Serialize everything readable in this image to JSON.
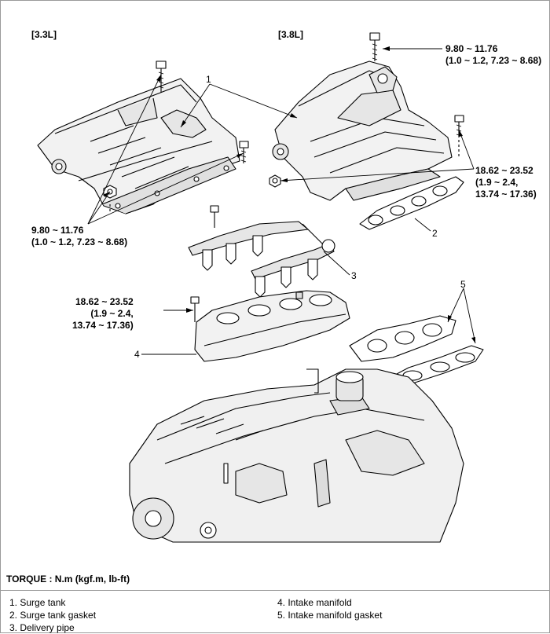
{
  "variants": {
    "left": "[3.3L]",
    "right": "[3.8L]"
  },
  "torque_specs": {
    "t33_bolts": [
      "9.80 ~ 11.76",
      "(1.0 ~ 1.2, 7.23 ~ 8.68)"
    ],
    "t38_top": [
      "9.80 ~ 11.76",
      "(1.0 ~ 1.2, 7.23 ~ 8.68)"
    ],
    "t38_side": [
      "18.62 ~ 23.52",
      "(1.9 ~ 2.4,",
      "13.74 ~ 17.36)"
    ],
    "manifold": [
      "18.62 ~ 23.52",
      "(1.9 ~ 2.4,",
      "13.74 ~ 17.36)"
    ]
  },
  "callouts": [
    "1",
    "2",
    "3",
    "4",
    "5"
  ],
  "torque_label": "TORQUE : N.m (kgf.m, lb-ft)",
  "legend": {
    "col1": [
      "1.  Surge tank",
      "2.  Surge tank gasket",
      "3.  Delivery pipe"
    ],
    "col2": [
      "4.  Intake manifold",
      "5.  Intake manifold gasket"
    ]
  },
  "colors": {
    "line": "#000000",
    "fill": "#ffffff",
    "shade": "#d9d9d9",
    "border": "#9a9a9a"
  }
}
